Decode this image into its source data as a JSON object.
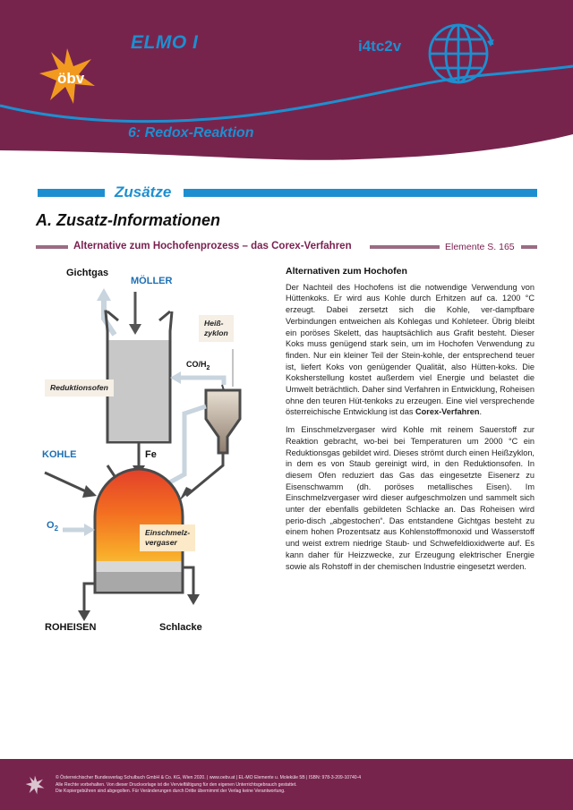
{
  "header": {
    "series_title": "ELMO I",
    "code": "i4tc2v",
    "chapter": "6: Redox-Reaktion",
    "logo_text": "öbv"
  },
  "section_label": "Zusätze",
  "heading": "A. Zusatz-Informationen",
  "topic": "Alternative zum Hochofenprozess  – das Corex-Verfahren",
  "reference": "Elemente S. 165",
  "diagram": {
    "labels": {
      "gichtgas": "Gichtgas",
      "moeller": "MÖLLER",
      "heiss_line1": "Heiß-",
      "heiss_line2": "zyklon",
      "co_h2": "CO/H",
      "co_h2_sub": "2",
      "reduktionsofen": "Reduktionsofen",
      "kohle": "KOHLE",
      "fe": "Fe",
      "o2": "O",
      "o2_sub": "2",
      "einschmelz_line1": "Einschmelz-",
      "einschmelz_line2": "vergaser",
      "roheisen": "ROHEISEN",
      "schlacke": "Schlacke"
    }
  },
  "article": {
    "title": "Alternativen zum Hochofen",
    "p1_main": "Der Nachteil des Hochofens ist die notwendige Verwendung von Hüttenkoks. Er wird aus Kohle durch Erhitzen auf ca. 1200 °C erzeugt. Dabei zersetzt sich die Kohle, ver-dampfbare Verbindungen entweichen als Kohlegas und Kohleteer. Übrig bleibt ein poröses Skelett, das hauptsächlich aus Grafit besteht. Dieser Koks muss genügend stark sein, um im Hochofen Verwendung zu finden. Nur ein kleiner Teil der Stein-kohle, der entsprechend teuer ist, liefert Koks von genügender Qualität, also Hütten-koks. Die Koksherstellung kostet außerdem viel Energie und belastet die Umwelt beträchtlich. Daher sind Verfahren in Entwicklung, Roheisen ohne den teuren Hüt-tenkoks zu erzeugen. Eine viel versprechende österreichische Entwicklung ist das ",
    "p1_bold": "Corex-Verfahren",
    "p1_end": ".",
    "p2": "Im Einschmelzvergaser wird Kohle mit reinem Sauerstoff zur Reaktion gebracht, wo-bei bei Temperaturen um 2000 °C ein Reduktionsgas gebildet wird. Dieses strömt durch einen Heißzyklon, in dem es von Staub gereinigt wird, in den Reduktionsofen. In diesem Ofen reduziert das Gas das eingesetzte Eisenerz zu Eisenschwamm (dh. poröses metallisches Eisen). Im Einschmelzvergaser wird dieser aufgeschmolzen und sammelt sich unter der ebenfalls gebildeten Schlacke an. Das Roheisen wird perio-disch „abgestochen“. Das entstandene Gichtgas besteht zu einem hohen Prozentsatz aus Kohlenstoffmonoxid und Wasserstoff und weist extrem niedrige Staub- und Schwefeldioxidwerte auf. Es kann daher für Heizzwecke, zur Erzeugung elektrischer Energie sowie als Rohstoff in der chemischen Industrie eingesetzt werden."
  },
  "footer": {
    "line1": "© Österreichischer Bundesverlag Schulbuch GmbH & Co. KG, Wien 2020. | www.oebv.at | EL-MO Elemente u. Moleküle 5B | ISBN: 978-3-209-10740-4",
    "line2": "Alle Rechte vorbehalten. Von dieser Druckvorlage ist die Vervielfältigung für den eigenen Unterrichtsgebrauch gestattet.",
    "line3": "Die Kopiergebühren sind abgegolten. Für Veränderungen durch Dritte übernimmt der Verlag keine Verantwortung."
  },
  "colors": {
    "header_bg": "#77244d",
    "accent_blue": "#1d8fd0",
    "logo_orange": "#f29a1f",
    "divider_mauve": "#9b6b83"
  }
}
